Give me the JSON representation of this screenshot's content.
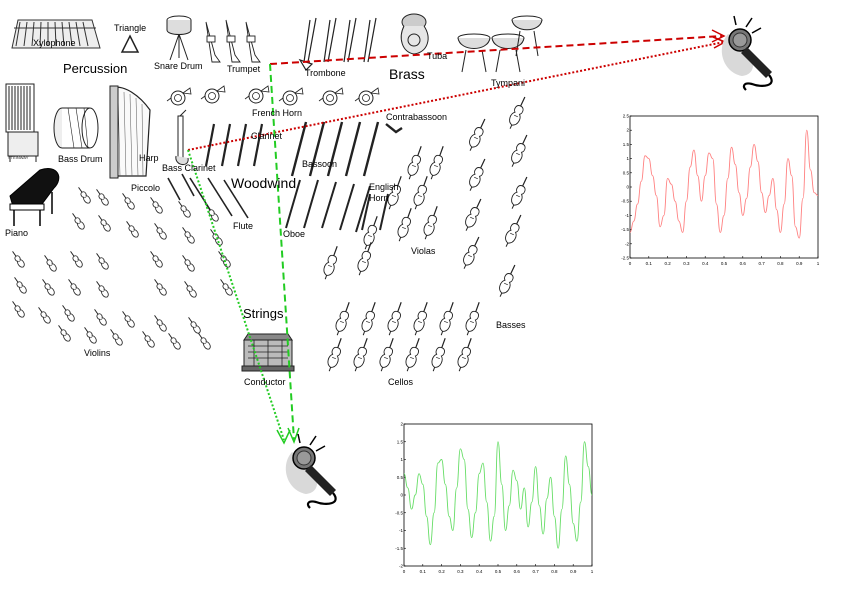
{
  "instruments": {
    "xylophone": "Xylophone",
    "triangle": "Triangle",
    "percussion": "Percussion",
    "snare_drum": "Snare Drum",
    "trumpet": "Trumpet",
    "trombone": "Trombone",
    "tuba": "Tuba",
    "brass": "Brass",
    "tympani": "Tympani",
    "french_horn": "French Horn",
    "contrabassoon": "Contrabassoon",
    "clarinet": "Clarinet",
    "bass_drum": "Bass Drum",
    "harp": "Harp",
    "bass_clarinet": "Bass Clarinet",
    "bassoon": "Bassoon",
    "piccolo": "Piccolo",
    "woodwind": "Woodwind",
    "english_horn": "English\nHorn",
    "piano": "Piano",
    "flute": "Flute",
    "oboe": "Oboe",
    "violas": "Violas",
    "strings": "Strings",
    "basses": "Basses",
    "violins": "Violins",
    "conductor": "Conductor",
    "cellos": "Cellos"
  },
  "icon_text": {
    "celesta_brand": "STEINWAY"
  },
  "colors": {
    "red_path": "#cc0000",
    "green_path": "#22cc22",
    "red_signal": "#ff8080",
    "green_signal": "#66dd66"
  },
  "chart_data": [
    {
      "type": "line",
      "series": [
        {
          "color": "#ff8080",
          "x": [
            0,
            0.02,
            0.04,
            0.06,
            0.08,
            0.1,
            0.12,
            0.14,
            0.16,
            0.18,
            0.2,
            0.22,
            0.24,
            0.26,
            0.28,
            0.3,
            0.32,
            0.34,
            0.36,
            0.38,
            0.4,
            0.42,
            0.44,
            0.46,
            0.48,
            0.5,
            0.52,
            0.54,
            0.56,
            0.58,
            0.6,
            0.62,
            0.64,
            0.66,
            0.68,
            0.7,
            0.72,
            0.74,
            0.76,
            0.78,
            0.8,
            0.82,
            0.84,
            0.86,
            0.88,
            0.9,
            0.92,
            0.94,
            0.96,
            0.98,
            1.0
          ],
          "y": [
            -1.6,
            -1.2,
            -0.6,
            0.2,
            1.1,
            1.0,
            0.4,
            -0.3,
            -1.4,
            -1.0,
            0.3,
            0.1,
            -0.5,
            -1.2,
            -1.6,
            -0.5,
            0.7,
            1.3,
            0.4,
            -0.5,
            0.4,
            1.2,
            1.0,
            -0.6,
            -1.6,
            -1.0,
            0.3,
            1.4,
            0.8,
            -0.2,
            -1.0,
            -0.4,
            0.7,
            1.5,
            0.9,
            -0.2,
            -0.9,
            -0.3,
            0.3,
            -0.8,
            -1.6,
            -0.6,
            1.0,
            0.4,
            -1.4,
            -1.8,
            -0.4,
            2.0,
            0.6,
            -0.2,
            -0.3
          ]
        }
      ],
      "xlim": [
        0,
        1
      ],
      "ylim": [
        -2.5,
        2.5
      ],
      "xticks": [
        "0",
        "0.1",
        "0.2",
        "0.3",
        "0.4",
        "0.5",
        "0.6",
        "0.7",
        "0.8",
        "0.9",
        "1"
      ],
      "yticks": [
        "2.5",
        "2",
        "1.5",
        "1",
        "0.5",
        "0",
        "-0.5",
        "-1",
        "-1.5",
        "-2",
        "-2.5"
      ]
    },
    {
      "type": "line",
      "series": [
        {
          "color": "#66dd66",
          "x": [
            0,
            0.02,
            0.04,
            0.06,
            0.08,
            0.1,
            0.12,
            0.14,
            0.16,
            0.18,
            0.2,
            0.22,
            0.24,
            0.26,
            0.28,
            0.3,
            0.32,
            0.34,
            0.36,
            0.38,
            0.4,
            0.42,
            0.44,
            0.46,
            0.48,
            0.5,
            0.52,
            0.54,
            0.56,
            0.58,
            0.6,
            0.62,
            0.64,
            0.66,
            0.68,
            0.7,
            0.72,
            0.74,
            0.76,
            0.78,
            0.8,
            0.82,
            0.84,
            0.86,
            0.88,
            0.9,
            0.92,
            0.94,
            0.96,
            0.98,
            1.0
          ],
          "y": [
            0.6,
            0.2,
            -0.4,
            0.0,
            0.6,
            0.3,
            -0.6,
            -1.4,
            -0.5,
            0.9,
            1.0,
            0.3,
            -0.6,
            -1.0,
            0.2,
            1.3,
            1.0,
            -0.4,
            -1.2,
            -0.5,
            0.6,
            0.9,
            -0.2,
            -1.3,
            -0.6,
            1.5,
            0.3,
            -1.0,
            -0.3,
            0.7,
            0.4,
            -0.4,
            0.2,
            -0.9,
            -0.2,
            0.8,
            -0.3,
            -1.1,
            -0.1,
            0.5,
            -0.6,
            -1.5,
            -0.4,
            1.1,
            0.3,
            -0.8,
            -1.3,
            -0.2,
            1.5,
            0.8,
            0.0
          ]
        }
      ],
      "xlim": [
        0,
        1
      ],
      "ylim": [
        -2,
        2
      ],
      "xticks": [
        "0",
        "0.1",
        "0.2",
        "0.3",
        "0.4",
        "0.5",
        "0.6",
        "0.7",
        "0.8",
        "0.9",
        "1"
      ],
      "yticks": [
        "2",
        "1.5",
        "1",
        "0.5",
        "0",
        "-0.5",
        "-1",
        "-1.5",
        "-2"
      ]
    }
  ]
}
